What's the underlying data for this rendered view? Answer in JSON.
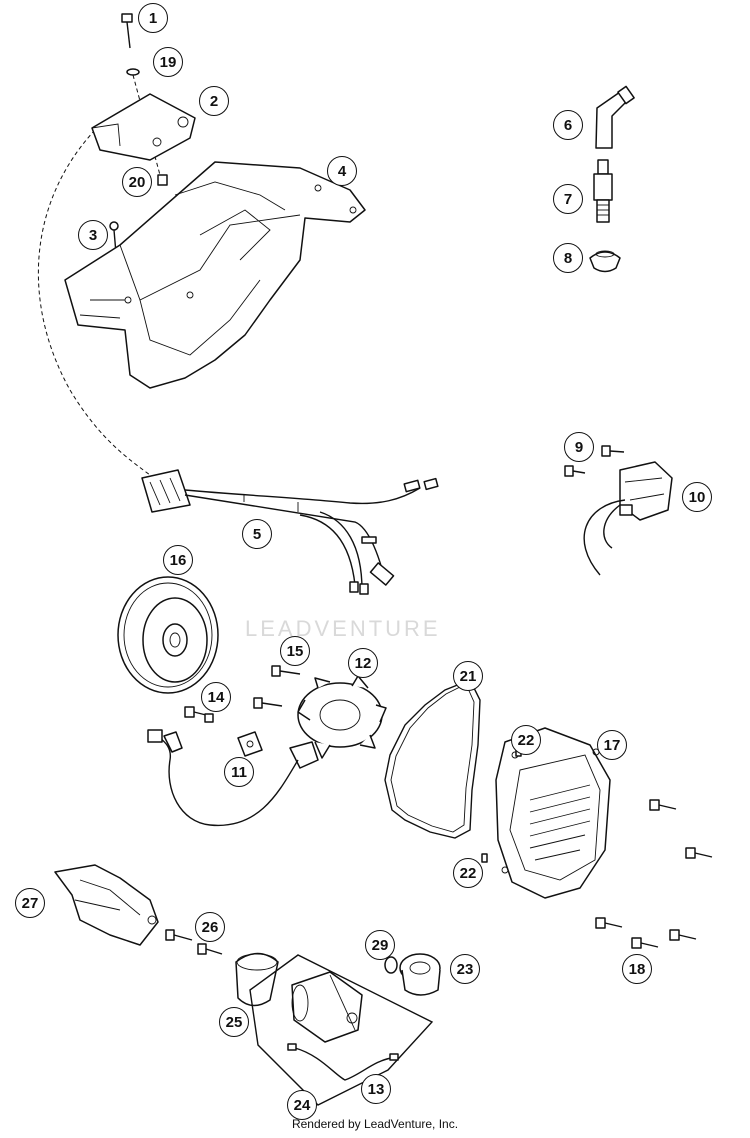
{
  "diagram": {
    "watermark": "LEADVENTURE",
    "footer": "Rendered by LeadVenture, Inc.",
    "callouts": [
      {
        "id": "1",
        "label": "1"
      },
      {
        "id": "19",
        "label": "19"
      },
      {
        "id": "2",
        "label": "2"
      },
      {
        "id": "20",
        "label": "20"
      },
      {
        "id": "4",
        "label": "4"
      },
      {
        "id": "3",
        "label": "3"
      },
      {
        "id": "6",
        "label": "6"
      },
      {
        "id": "7",
        "label": "7"
      },
      {
        "id": "8",
        "label": "8"
      },
      {
        "id": "9",
        "label": "9"
      },
      {
        "id": "10",
        "label": "10"
      },
      {
        "id": "5",
        "label": "5"
      },
      {
        "id": "16",
        "label": "16"
      },
      {
        "id": "15",
        "label": "15"
      },
      {
        "id": "12",
        "label": "12"
      },
      {
        "id": "21",
        "label": "21"
      },
      {
        "id": "14",
        "label": "14"
      },
      {
        "id": "11",
        "label": "11"
      },
      {
        "id": "22a",
        "label": "22"
      },
      {
        "id": "17",
        "label": "17"
      },
      {
        "id": "22b",
        "label": "22"
      },
      {
        "id": "27",
        "label": "27"
      },
      {
        "id": "26",
        "label": "26"
      },
      {
        "id": "29",
        "label": "29"
      },
      {
        "id": "23",
        "label": "23"
      },
      {
        "id": "18",
        "label": "18"
      },
      {
        "id": "25",
        "label": "25"
      },
      {
        "id": "13",
        "label": "13"
      },
      {
        "id": "24",
        "label": "24"
      }
    ]
  }
}
